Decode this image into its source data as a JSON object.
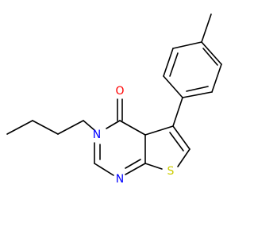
{
  "molecule": {
    "atoms": {
      "oxygen": {
        "label": "O",
        "color": "#ff0000"
      },
      "nitrogen_n3": {
        "label": "N",
        "color": "#0000ff"
      },
      "nitrogen_n1": {
        "label": "N",
        "color": "#0000ff"
      },
      "sulfur": {
        "label": "S",
        "color": "#cccc00"
      }
    },
    "bond_color": "#000000",
    "background": "#ffffff"
  }
}
